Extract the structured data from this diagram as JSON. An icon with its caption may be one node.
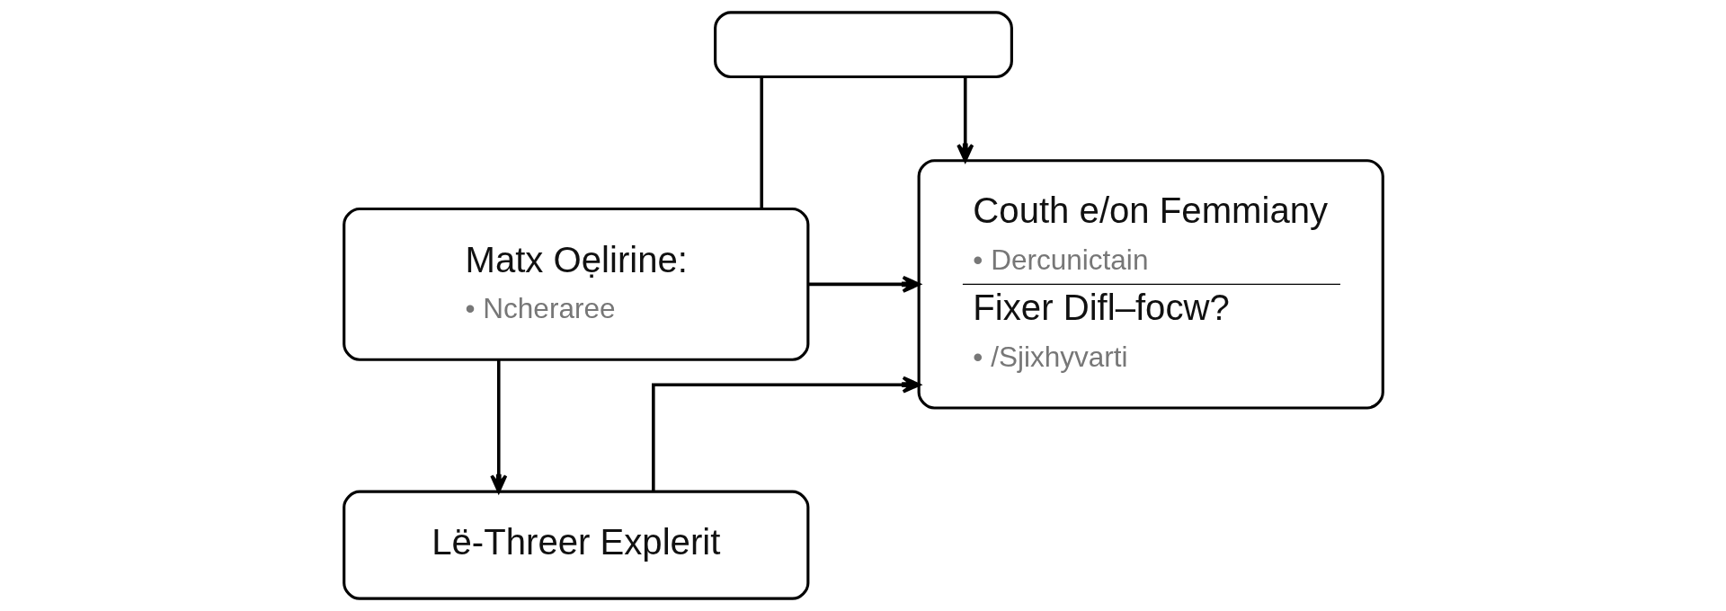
{
  "diagram": {
    "nodes": [
      {
        "text": [],
        "shape": "box"
      },
      {
        "text": [
          "Matx Oẹlirine:",
          "• Ncheraree"
        ]
      },
      {
        "text": [
          "Couth e/on Femmiany",
          "• Dercunictain",
          "Fixer Difl–focw?",
          "• /Sjixhyvarti"
        ]
      },
      {
        "text": [
          "Lë-Threer Explerit"
        ]
      }
    ],
    "edges": [
      {
        "from": 0,
        "to": 1,
        "arrow": "none"
      },
      {
        "from": 0,
        "to": 2,
        "arrow": "to"
      },
      {
        "from": 1,
        "to": 2,
        "arrow": "to"
      },
      {
        "from": 1,
        "to": 3,
        "arrow": "to"
      },
      {
        "from": 3,
        "to": 2,
        "arrow": "to"
      }
    ]
  }
}
